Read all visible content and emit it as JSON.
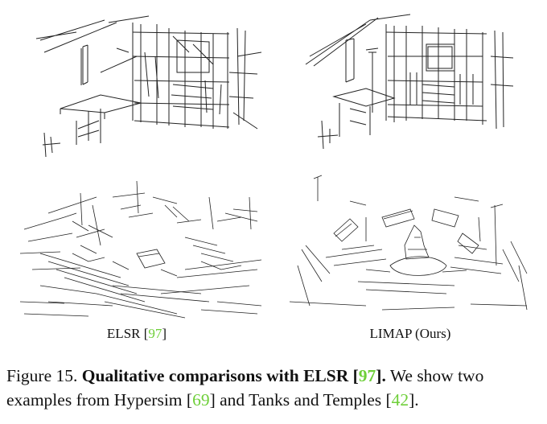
{
  "figure": {
    "label": "Figure 15.",
    "title": "Qualitative comparisons with ELSR [97].",
    "title_prefix": "Qualitative comparisons with ELSR [",
    "title_ref": "97",
    "title_suffix": "].",
    "text_1": " We show two examples from Hypersim [",
    "ref_hypersim": "69",
    "text_2": "] and Tanks and Temples [",
    "ref_tanks": "42",
    "text_3": "]."
  },
  "columns": [
    {
      "name": "ELSR",
      "ref": "97"
    },
    {
      "name": "LIMAP (Ours)",
      "ref": ""
    }
  ],
  "colors": {
    "citation": "#6fcf3a",
    "stroke": "#222222"
  }
}
